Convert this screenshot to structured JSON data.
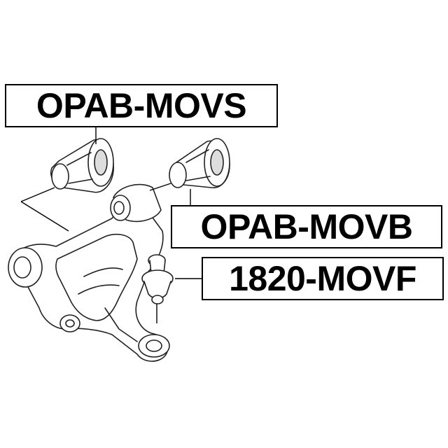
{
  "labels": {
    "bushing_rear": "OPAB-MOVS",
    "bushing_front": "OPAB-MOVB",
    "ball_joint": "1820-MOVF"
  }
}
